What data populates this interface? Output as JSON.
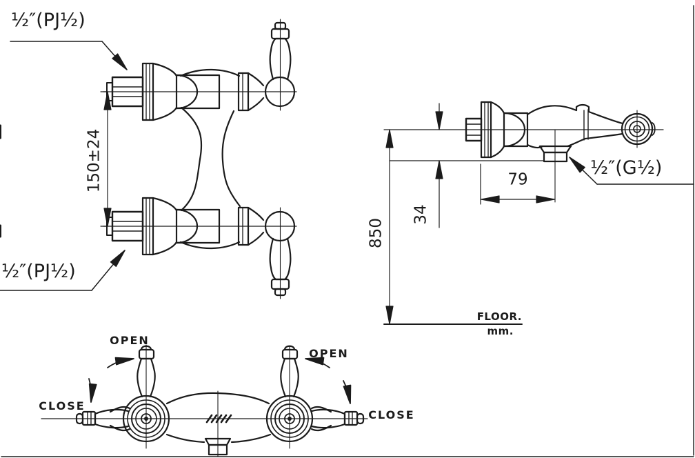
{
  "drawing": {
    "type": "technical-installation-drawing",
    "colors": {
      "line": "#1b1b1b",
      "background": "#ffffff"
    },
    "front_view": {
      "inlet_top_label": "½″(PJ½)",
      "inlet_bottom_label": "½″(PJ½)",
      "inlet_spacing": "150±24"
    },
    "side_view": {
      "height_from_floor": "850",
      "outlet_drop": "34",
      "wall_to_outlet": "79",
      "outlet_label": "½″(G½)",
      "floor_label": "FLOOR.",
      "units_label": "mm."
    },
    "top_view": {
      "open_left": "OPEN",
      "open_right": "OPEN",
      "close_left": "CLOSE",
      "close_right": "CLOSE"
    }
  }
}
